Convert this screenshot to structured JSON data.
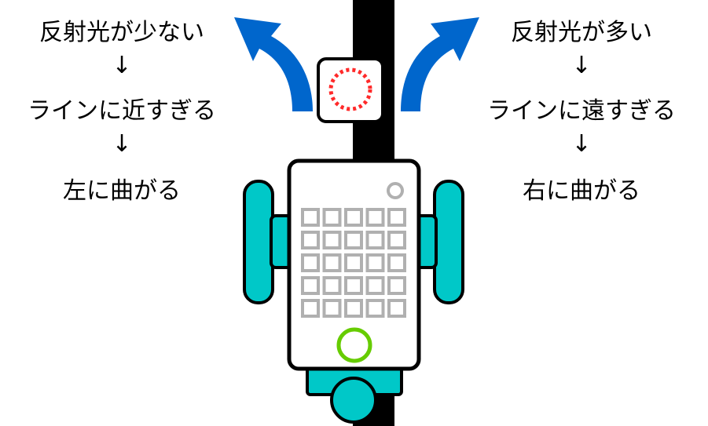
{
  "left": {
    "line1": "反射光が少ない",
    "arrow1": "↓",
    "line2": "ラインに近すぎる",
    "arrow2": "↓",
    "line3": "左に曲がる"
  },
  "right": {
    "line1": "反射光が多い",
    "arrow1": "↓",
    "line2": "ラインに遠すぎる",
    "arrow2": "↓",
    "line3": "右に曲がる"
  },
  "colors": {
    "line": "#000000",
    "arrow": "#0066cc",
    "wheel": "#00c8c8",
    "sensor_ring": "#ff2a2a",
    "grid": "#b0b0b0",
    "button": "#66cc00"
  }
}
